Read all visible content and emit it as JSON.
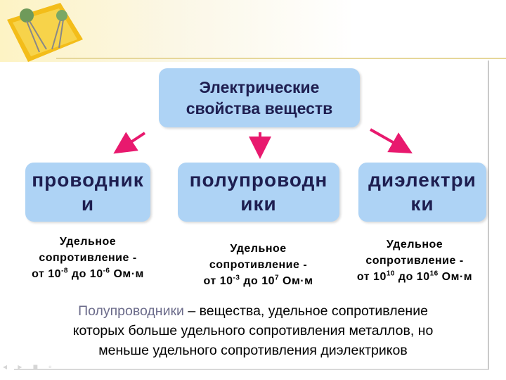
{
  "header": {
    "title_line1": "Электрические",
    "title_line2": "свойства веществ"
  },
  "categories": [
    {
      "label_line1": "проводник",
      "label_line2": "и"
    },
    {
      "label_line1": "полупроводн",
      "label_line2": "ики"
    },
    {
      "label_line1": "диэлектри",
      "label_line2": "ки"
    }
  ],
  "descriptions": [
    {
      "line1": "Удельное",
      "line2": "сопротивление  -",
      "prefix": "от 10",
      "exp1": "-8",
      "middle": " до 10",
      "exp2": "-6",
      "unit": " Ом·м"
    },
    {
      "line1": "Удельное",
      "line2": "сопротивление  -",
      "prefix": "от 10",
      "exp1": "-3",
      "middle": " до 10",
      "exp2": "7",
      "unit": " Ом·м"
    },
    {
      "line1": "Удельное",
      "line2": "сопротивление  -",
      "prefix": "от 10",
      "exp1": "10",
      "middle": " до 10",
      "exp2": "16",
      "unit": " Ом·м"
    }
  ],
  "definition": {
    "term": "Полупроводники",
    "rest_line1": " – вещества, удельное сопротивление",
    "line2": "которых больше удельного сопротивления металлов, но",
    "line3": "меньше удельного сопротивления диэлектриков"
  },
  "colors": {
    "box_fill": "#aed3f5",
    "arrow": "#e8196e",
    "term": "#6b6b8a"
  }
}
